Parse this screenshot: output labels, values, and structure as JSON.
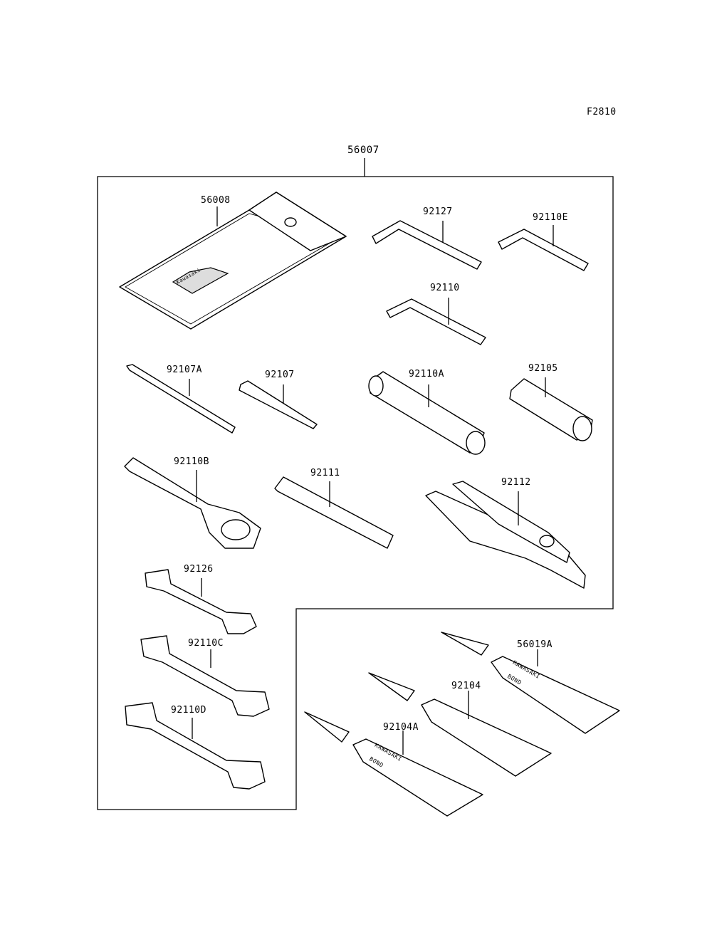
{
  "figure_code": "F2810",
  "kit_label": "56007",
  "labels": {
    "pouch": "56008",
    "hex_a": "92127",
    "hex_b": "92110E",
    "hex_c": "92110",
    "screwdriver_a": "92107A",
    "screwdriver_b": "92107",
    "socket": "92110A",
    "plug_tool": "92105",
    "box_wrench": "92110B",
    "handle": "92111",
    "pliers": "92112",
    "wrench_small": "92126",
    "wrench_mid": "92110C",
    "wrench_large": "92110D",
    "bond_a": "56019A",
    "tube": "92104",
    "bond_b": "92104A"
  },
  "pouch_text": "Kawasaki",
  "tube_text": "KAWASAKI",
  "tube_text_2": "BOND"
}
